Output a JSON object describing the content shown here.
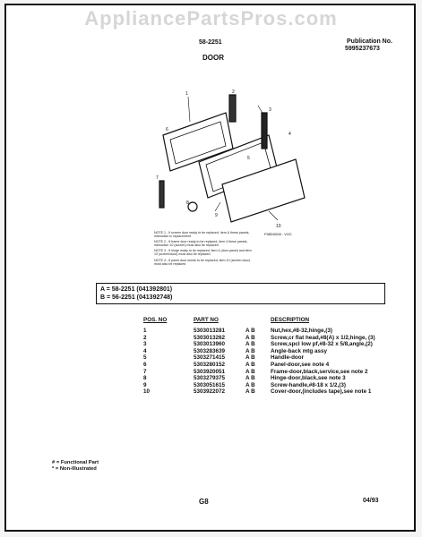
{
  "watermark": "AppliancePartsPros.com",
  "header": {
    "model": "58-2251",
    "publication_label": "Publication No.",
    "publication_number": "5995237673",
    "section_title": "DOOR"
  },
  "diagram": {
    "callouts": [
      "1",
      "2",
      "3",
      "4",
      "5",
      "6",
      "7",
      "8",
      "9",
      "10"
    ],
    "code": "F58D0008 - VOC",
    "notes": [
      "NOTE 1 - If screen door ready to be replaced, item & these panels, instruction in replacement",
      "NOTE 2 - If frame door ready to be replaced, item 4 these panels, instruction 10 (screen) must also be replaced",
      "NOTE 3 - If hinge ready to be replaced, item 4 (door panel) and item 10 (screen/door) must also be replaced",
      "NOTE 4 - If panel door needs to be replaced, item 10 (screen-door) must also be replaced"
    ]
  },
  "variants": [
    "A = 58-2251 (041392801)",
    "B = 56-2251 (041392748)"
  ],
  "parts_table": {
    "headers": {
      "pos": "POS. NO",
      "part": "PART NO",
      "desc": "DESCRIPTION"
    },
    "rows": [
      {
        "pos": "1",
        "part": "5303013281",
        "code": "A B",
        "desc": "Nut,hex,#8-32,hinge,(3)"
      },
      {
        "pos": "2",
        "part": "5303013262",
        "code": "A B",
        "desc": "Screw,cr flat head,#8(A) x 1/2,hinge, (3)"
      },
      {
        "pos": "3",
        "part": "5303013960",
        "code": "A B",
        "desc": "Screw,spcl low pf,#8-32 x 5/8,angle,(2)"
      },
      {
        "pos": "4",
        "part": "5303283639",
        "code": "A B",
        "desc": "Angle-back mtg assy"
      },
      {
        "pos": "5",
        "part": "5303271415",
        "code": "A B",
        "desc": "Handle-door"
      },
      {
        "pos": "6",
        "part": "5303280152",
        "code": "A B",
        "desc": "Panel-door,see note 4"
      },
      {
        "pos": "7",
        "part": "5303920051",
        "code": "A B",
        "desc": "Frame-door,black,service,see note 2"
      },
      {
        "pos": "8",
        "part": "5303279375",
        "code": "A B",
        "desc": "Hinge-door,black,see note 3"
      },
      {
        "pos": "9",
        "part": "5303051615",
        "code": "A B",
        "desc": "Screw-handle,#8-18 x 1/2,(3)"
      },
      {
        "pos": "10",
        "part": "5303922072",
        "code": "A B",
        "desc": "Cover-door,(includes tape),see note 1"
      }
    ]
  },
  "legend": [
    "# = Functional Part",
    "* = Non-Illustrated"
  ],
  "footer": {
    "page": "G8",
    "date": "04/93"
  }
}
